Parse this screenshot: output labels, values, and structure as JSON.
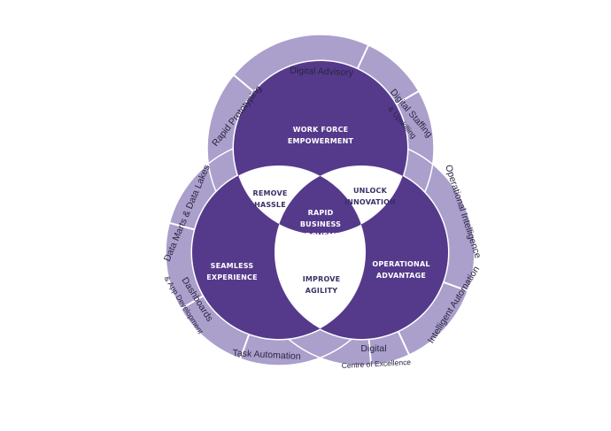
{
  "colors": {
    "outer_ring": "#ab9fcc",
    "outer_border": "#ffffff",
    "circle_fill": "#553a8c",
    "overlap_fill": "#ffffff",
    "center_fill": "#553a8c",
    "dark_text": "#2b2540"
  },
  "outer_segments": [
    {
      "label": "Digital Advisory",
      "sub": ""
    },
    {
      "label": "Digital Staffing",
      "sub": "& Upskilling"
    },
    {
      "label": "Operational Intelligence",
      "sub": ""
    },
    {
      "label": "Intelligent Automation",
      "sub": ""
    },
    {
      "label": "Digital",
      "sub": "Centre of Excellence"
    },
    {
      "label": "Task Automation",
      "sub": ""
    },
    {
      "label": "Dashboards",
      "sub": "& App Development"
    },
    {
      "label": "Data Marts & Data Lakes",
      "sub": ""
    },
    {
      "label": "Rapid Prototyping",
      "sub": ""
    }
  ],
  "circles": {
    "top": {
      "line1": "WORK FORCE",
      "line2": "EMPOWERMENT"
    },
    "left": {
      "line1": "SEAMLESS",
      "line2": "EXPERIENCE"
    },
    "right": {
      "line1": "OPERATIONAL",
      "line2": "ADVANTAGE"
    }
  },
  "overlaps": {
    "top_left": {
      "line1": "REMOVE",
      "line2": "HASSLE"
    },
    "top_right": {
      "line1": "UNLOCK",
      "line2": "INNOVATION"
    },
    "left_right": {
      "line1": "IMPROVE",
      "line2": "AGILITY"
    }
  },
  "center": {
    "line1": "RAPID",
    "line2": "BUSINESS",
    "line3": "IMPROVEMENT"
  }
}
